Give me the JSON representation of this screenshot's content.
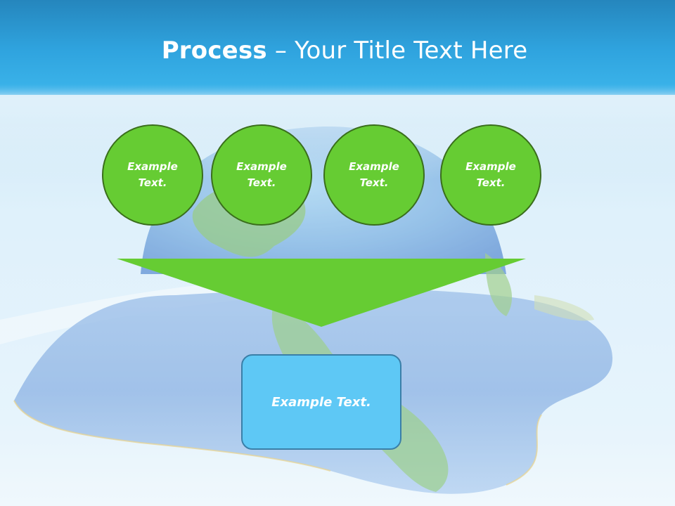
{
  "slide": {
    "title_bold": "Process",
    "title_rest": " – Your Title Text Here"
  },
  "process_steps": [
    {
      "line1": "Example",
      "line2": "Text."
    },
    {
      "line1": "Example",
      "line2": "Text."
    },
    {
      "line1": "Example",
      "line2": "Text."
    },
    {
      "line1": "Example",
      "line2": "Text."
    }
  ],
  "result": {
    "label": "Example Text."
  },
  "colors": {
    "header": "#2fa3de",
    "step_fill": "#66cc33",
    "step_border": "#3a6e1c",
    "funnel": "#66cc33",
    "result_fill": "#5ec8f5",
    "result_border": "#3a7fa8",
    "text": "#ffffff"
  },
  "background_image": "globe-melting-on-surface"
}
